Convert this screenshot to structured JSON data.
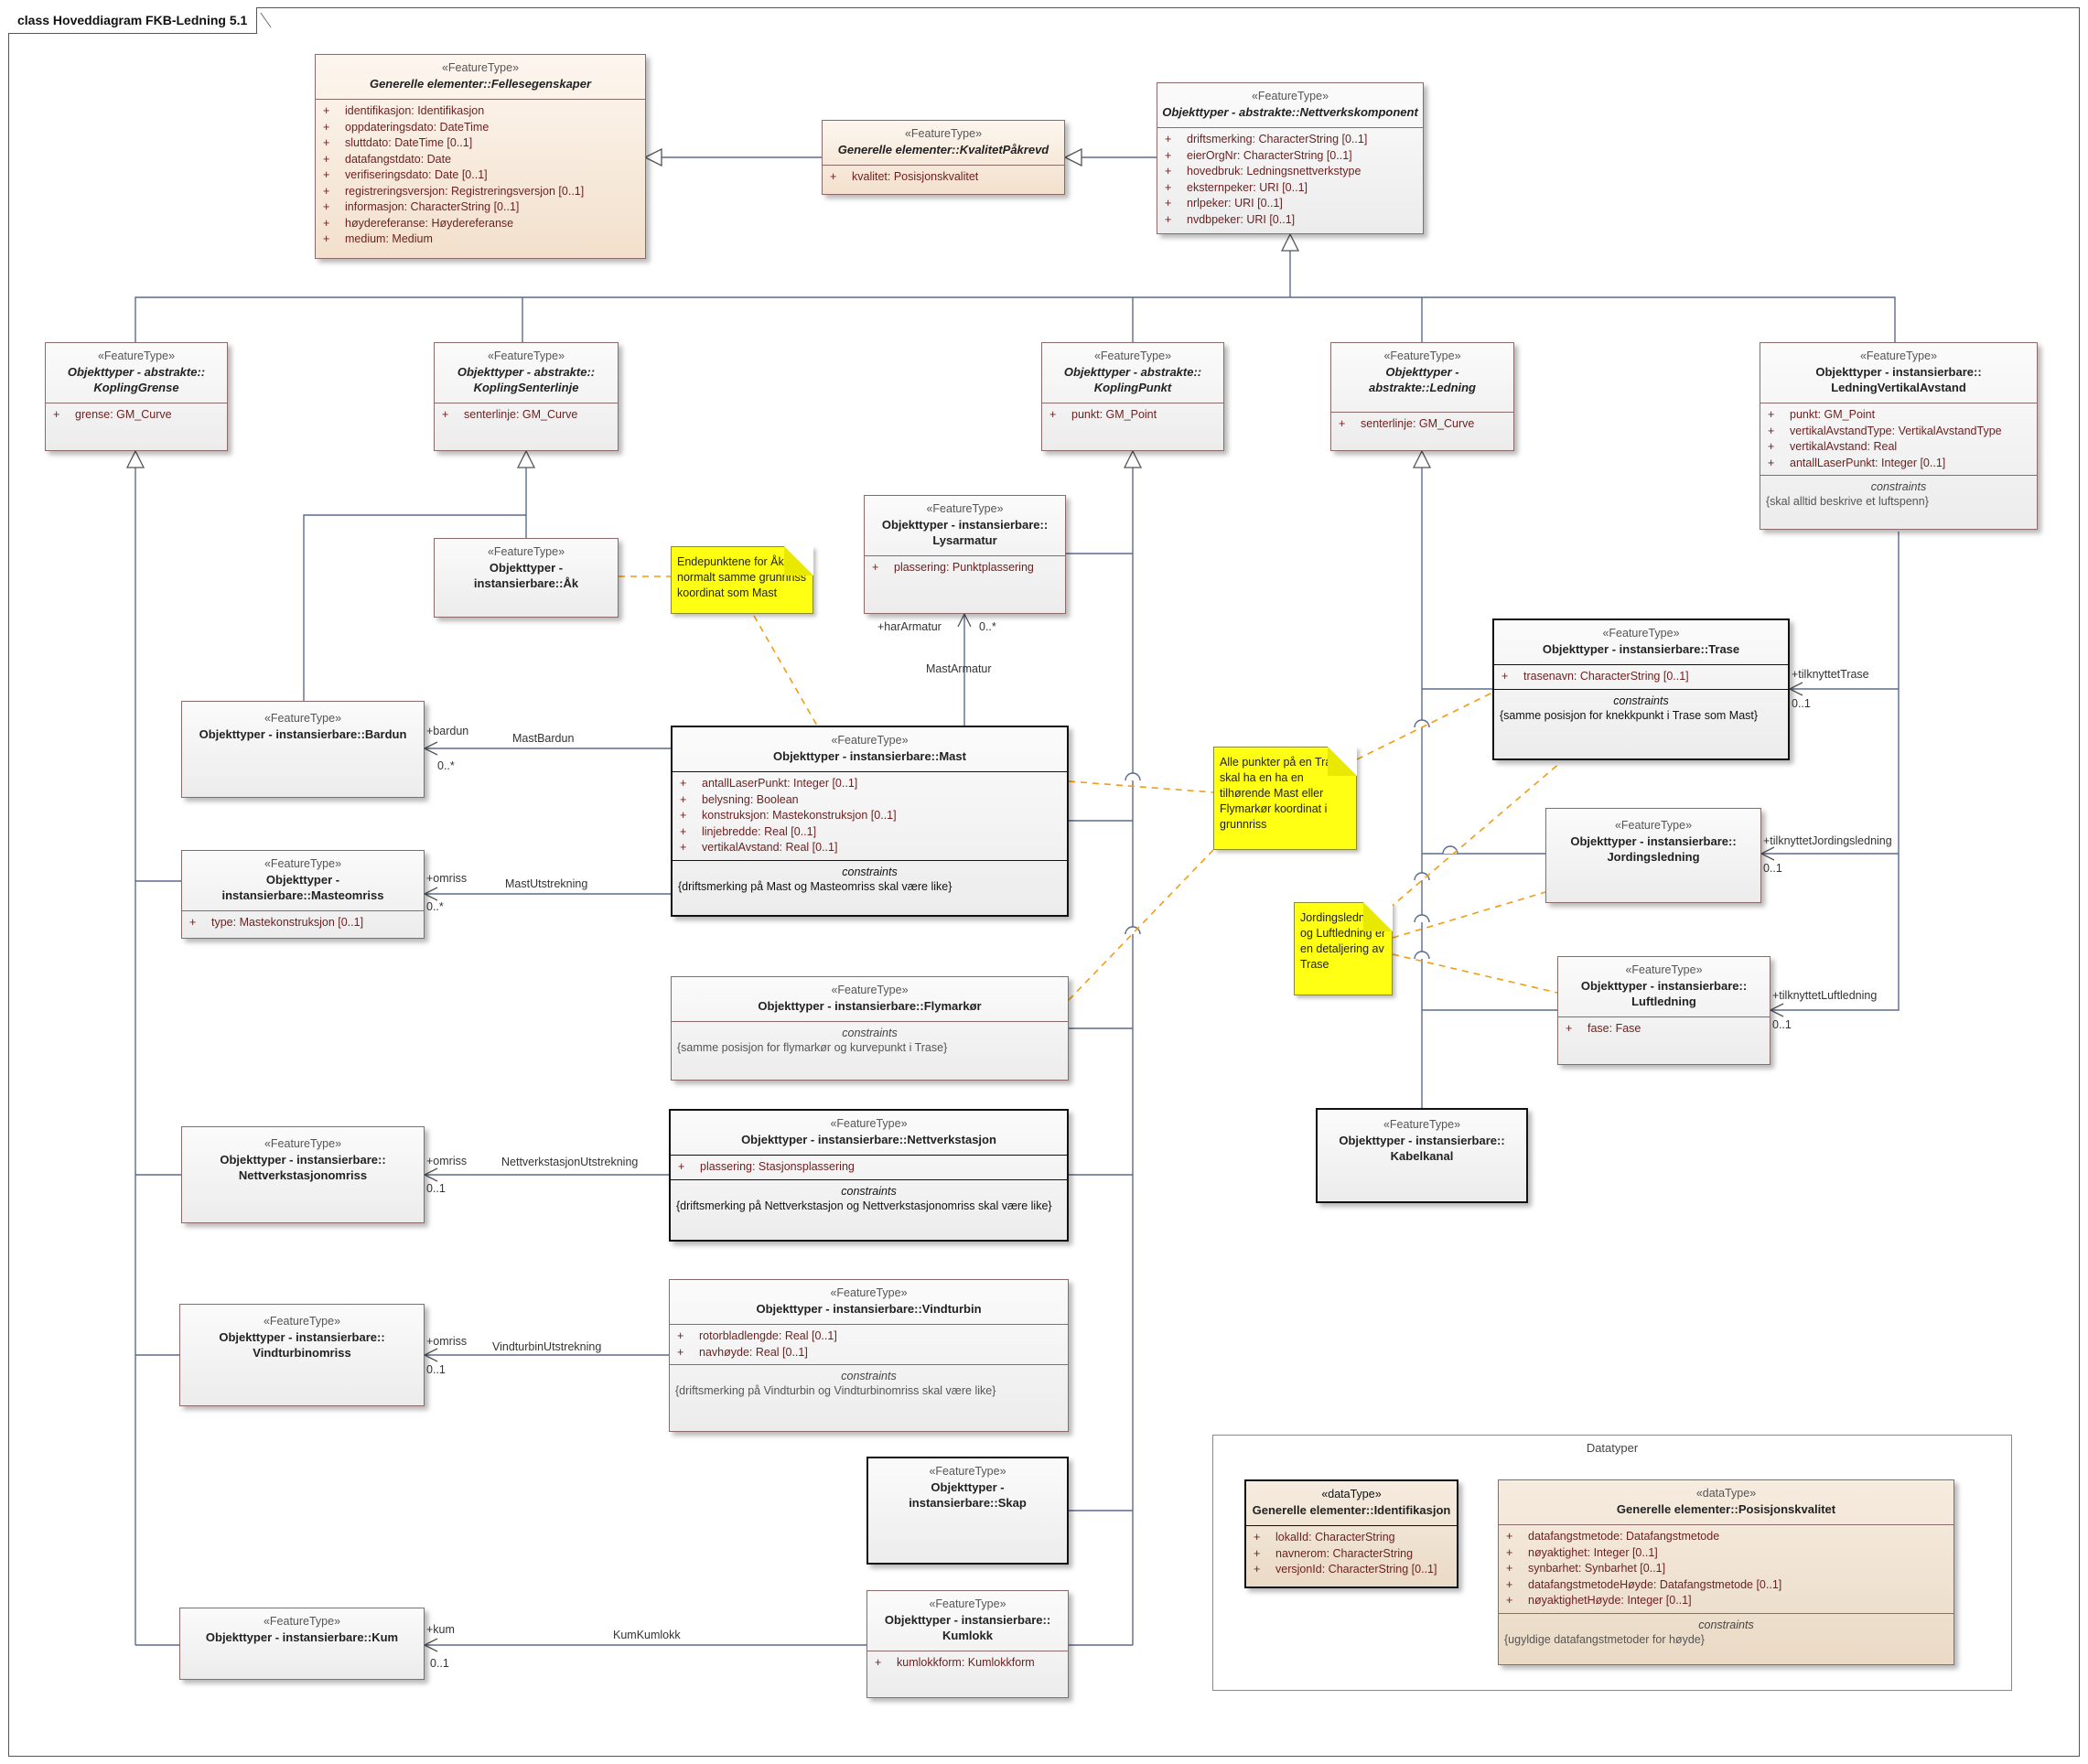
{
  "diagram": {
    "title": "class Hoveddiagram FKB-Ledning 5.1",
    "package_title": "Datatyper",
    "classes": {
      "fellesegenskaper": {
        "stereotype": "«FeatureType»",
        "name": "Generelle elementer::Fellesegenskaper",
        "attributes": [
          "identifikasjon: Identifikasjon",
          "oppdateringsdato: DateTime",
          "sluttdato: DateTime [0..1]",
          "datafangstdato: Date",
          "verifiseringsdato: Date [0..1]",
          "registreringsversjon: Registreringsversjon [0..1]",
          "informasjon: CharacterString [0..1]",
          "høydereferanse: Høydereferanse",
          "medium: Medium"
        ]
      },
      "kvalitet": {
        "stereotype": "«FeatureType»",
        "name": "Generelle elementer::KvalitetPåkrevd",
        "attributes": [
          "kvalitet: Posisjonskvalitet"
        ]
      },
      "nettverkskomponent": {
        "stereotype": "«FeatureType»",
        "name": "Objekttyper - abstrakte::Nettverkskomponent",
        "attributes": [
          "driftsmerking: CharacterString [0..1]",
          "eierOrgNr: CharacterString [0..1]",
          "hovedbruk: Ledningsnettverkstype",
          "eksternpeker: URI [0..1]",
          "nrlpeker: URI [0..1]",
          "nvdbpeker: URI [0..1]"
        ]
      },
      "koplinggrense": {
        "stereotype": "«FeatureType»",
        "name1": "Objekttyper - abstrakte::",
        "name2": "KoplingGrense",
        "attributes": [
          "grense: GM_Curve"
        ]
      },
      "koplingsenterlinje": {
        "stereotype": "«FeatureType»",
        "name1": "Objekttyper - abstrakte::",
        "name2": "KoplingSenterlinje",
        "attributes": [
          "senterlinje: GM_Curve"
        ]
      },
      "koplingpunkt": {
        "stereotype": "«FeatureType»",
        "name1": "Objekttyper - abstrakte::",
        "name2": "KoplingPunkt",
        "attributes": [
          "punkt: GM_Point"
        ]
      },
      "ledning": {
        "stereotype": "«FeatureType»",
        "name": "Objekttyper - abstrakte::Ledning",
        "attributes": [
          "senterlinje: GM_Curve"
        ]
      },
      "ledningvertikalavstand": {
        "stereotype": "«FeatureType»",
        "name1": "Objekttyper - instansierbare::",
        "name2": "LedningVertikalAvstand",
        "attributes": [
          "punkt: GM_Point",
          "vertikalAvstandType: VertikalAvstandType",
          "vertikalAvstand: Real",
          "antallLaserPunkt: Integer [0..1]"
        ],
        "constraints_title": "constraints",
        "constraints": [
          "{skal alltid beskrive et luftspenn}"
        ]
      },
      "ak": {
        "stereotype": "«FeatureType»",
        "name": "Objekttyper - instansierbare::Åk"
      },
      "lysarmatur": {
        "stereotype": "«FeatureType»",
        "name1": "Objekttyper - instansierbare::",
        "name2": "Lysarmatur",
        "attributes": [
          "plassering: Punktplassering"
        ]
      },
      "trase": {
        "stereotype": "«FeatureType»",
        "name": "Objekttyper - instansierbare::Trase",
        "attributes": [
          "trasenavn: CharacterString [0..1]"
        ],
        "constraints_title": "constraints",
        "constraints": [
          "{samme posisjon for knekkpunkt i Trase som Mast}"
        ]
      },
      "bardun": {
        "stereotype": "«FeatureType»",
        "name": "Objekttyper - instansierbare::Bardun"
      },
      "mast": {
        "stereotype": "«FeatureType»",
        "name": "Objekttyper - instansierbare::Mast",
        "attributes": [
          "antallLaserPunkt: Integer [0..1]",
          "belysning: Boolean",
          "konstruksjon: Mastekonstruksjon [0..1]",
          "linjebredde: Real [0..1]",
          "vertikalAvstand: Real [0..1]"
        ],
        "constraints_title": "constraints",
        "constraints": [
          "{driftsmerking på Mast og Masteomriss skal være like}"
        ]
      },
      "jordingsledning": {
        "stereotype": "«FeatureType»",
        "name1": "Objekttyper - instansierbare::",
        "name2": "Jordingsledning"
      },
      "masteomriss": {
        "stereotype": "«FeatureType»",
        "name": "Objekttyper - instansierbare::Masteomriss",
        "attributes": [
          "type: Mastekonstruksjon [0..1]"
        ]
      },
      "flymarkor": {
        "stereotype": "«FeatureType»",
        "name": "Objekttyper - instansierbare::Flymarkør",
        "constraints_title": "constraints",
        "constraints": [
          "{samme posisjon for flymarkør og kurvepunkt i Trase}"
        ]
      },
      "luftledning": {
        "stereotype": "«FeatureType»",
        "name1": "Objekttyper - instansierbare::",
        "name2": "Luftledning",
        "attributes": [
          "fase: Fase"
        ]
      },
      "kabelkanal": {
        "stereotype": "«FeatureType»",
        "name1": "Objekttyper - instansierbare::",
        "name2": "Kabelkanal"
      },
      "nettverkstasjonomriss": {
        "stereotype": "«FeatureType»",
        "name1": "Objekttyper - instansierbare::",
        "name2": "Nettverkstasjonomriss"
      },
      "nettverkstasjon": {
        "stereotype": "«FeatureType»",
        "name": "Objekttyper - instansierbare::Nettverkstasjon",
        "attributes": [
          "plassering: Stasjonsplassering"
        ],
        "constraints_title": "constraints",
        "constraints": [
          "{driftsmerking på Nettverkstasjon og Nettverkstasjonomriss skal være like}"
        ]
      },
      "vindturbinomriss": {
        "stereotype": "«FeatureType»",
        "name1": "Objekttyper - instansierbare::",
        "name2": "Vindturbinomriss"
      },
      "vindturbin": {
        "stereotype": "«FeatureType»",
        "name": "Objekttyper - instansierbare::Vindturbin",
        "attributes": [
          "rotorbladlengde: Real [0..1]",
          "navhøyde: Real [0..1]"
        ],
        "constraints_title": "constraints",
        "constraints": [
          "{driftsmerking på Vindturbin og Vindturbinomriss skal være like}"
        ]
      },
      "skap": {
        "stereotype": "«FeatureType»",
        "name": "Objekttyper - instansierbare::Skap"
      },
      "kum": {
        "stereotype": "«FeatureType»",
        "name": "Objekttyper - instansierbare::Kum"
      },
      "kumlokk": {
        "stereotype": "«FeatureType»",
        "name1": "Objekttyper - instansierbare::",
        "name2": "Kumlokk",
        "attributes": [
          "kumlokkform: Kumlokkform"
        ]
      },
      "identifikasjon": {
        "stereotype": "«dataType»",
        "name": "Generelle elementer::Identifikasjon",
        "attributes": [
          "lokalId: CharacterString",
          "navnerom: CharacterString",
          "versjonId: CharacterString [0..1]"
        ]
      },
      "posisjonskvalitet": {
        "stereotype": "«dataType»",
        "name": "Generelle elementer::Posisjonskvalitet",
        "attributes": [
          "datafangstmetode: Datafangstmetode",
          "nøyaktighet: Integer [0..1]",
          "synbarhet: Synbarhet [0..1]",
          "datafangstmetodeHøyde: Datafangstmetode [0..1]",
          "nøyaktighetHøyde: Integer [0..1]"
        ],
        "constraints_title": "constraints",
        "constraints": [
          "{ugyldige datafangstmetoder for høyde}"
        ]
      }
    },
    "notes": {
      "ak_note": [
        "Endepunktene for Åk har",
        "normalt samme grunnriss",
        "koordinat som Mast"
      ],
      "trase_note": [
        "Alle punkter på en Trase",
        "skal ha en ha en",
        "tilhørende Mast eller",
        "Flymarkør koordinat i",
        "grunnriss"
      ],
      "jording_note": [
        "Jordingsledning",
        "og Luftledning er",
        "en detaljering av",
        "Trase"
      ]
    },
    "associations": {
      "mastarmatur": {
        "name": "MastArmatur",
        "role": "+harArmatur",
        "mult": "0..*"
      },
      "mastbardun": {
        "name": "MastBardun",
        "role": "+bardun",
        "mult": "0..*"
      },
      "mastutstrekning": {
        "name": "MastUtstrekning",
        "role": "+omriss",
        "mult": "0..*"
      },
      "nettverkstasjonutstrekning": {
        "name": "NettverkstasjonUtstrekning",
        "role": "+omriss",
        "mult": "0..1"
      },
      "vindturbinutstrekning": {
        "name": "VindturbinUtstrekning",
        "role": "+omriss",
        "mult": "0..1"
      },
      "kumkumlokk": {
        "name": "KumKumlokk",
        "role": "+kum",
        "mult": "0..1"
      },
      "tilknyttettrase": {
        "role": "+tilknyttetTrase",
        "mult": "0..1"
      },
      "tilknyttetjordingsledning": {
        "role": "+tilknyttetJordingsledning",
        "mult": "0..1"
      },
      "tilknyttetluftledning": {
        "role": "+tilknyttetLuftledning",
        "mult": "0..1"
      }
    }
  }
}
